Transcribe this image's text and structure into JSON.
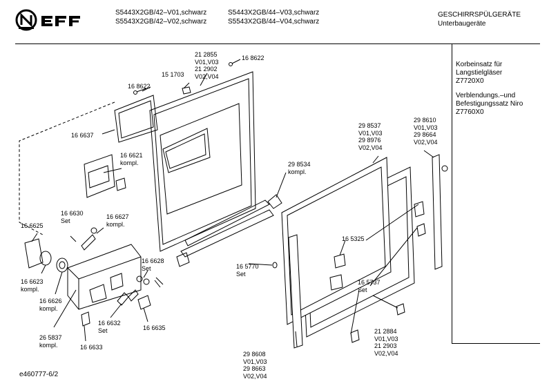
{
  "header": {
    "brand": "NEFF",
    "models_col1": "S5443X2GB/42–V01,schwarz\nS5543X2GB/42–V02,schwarz",
    "models_col2": "S5443X2GB/44–V03,schwarz\nS5543X2GB/44–V04,schwarz",
    "category": "GESCHIRRSPÜLGERÄTE\nUnterbaugeräte"
  },
  "sidebar": {
    "accessory1": "Korbeinsatz für\nLangstielgläser\nZ7720X0",
    "accessory2": "Verblendungs.–und\nBefestigungssatz Niro\nZ7760X0"
  },
  "parts": {
    "p212855": "21 2855\nV01,V03\n21 2902\nV02,V04",
    "p168622a": "16 8622",
    "p151703": "15 1703",
    "p168622b": "16 8622",
    "p166637": "16 6637",
    "p166621": "16 6621\nkompl.",
    "p298534": "29 8534\nkompl.",
    "p298537": "29 8537\nV01,V03\n29 8976\nV02,V04",
    "p298610": "29 8610\nV01,V03\n29 8664\nV02,V04",
    "p166630": "16 6630\nSet",
    "p166627": "16 6627\nkompl.",
    "p166625": "16 6625",
    "p165325": "16 5325",
    "p166628": "16 6628\nSet",
    "p165770": "16 5770\nSet",
    "p166623": "16 6623\nkompl.",
    "p165737": "16 5737\nSet",
    "p166626": "16 6626\nkompl.",
    "p166632": "16 6632\nSet",
    "p166635": "16 6635",
    "p265837": "26 5837\nkompl.",
    "p212884": "21 2884\nV01,V03\n21 2903\nV02,V04",
    "p298608": "29 8608\nV01,V03\n29 8663\nV02,V04",
    "p166633": "16 6633"
  },
  "footer": {
    "doc_id": "e460777-6/2"
  }
}
